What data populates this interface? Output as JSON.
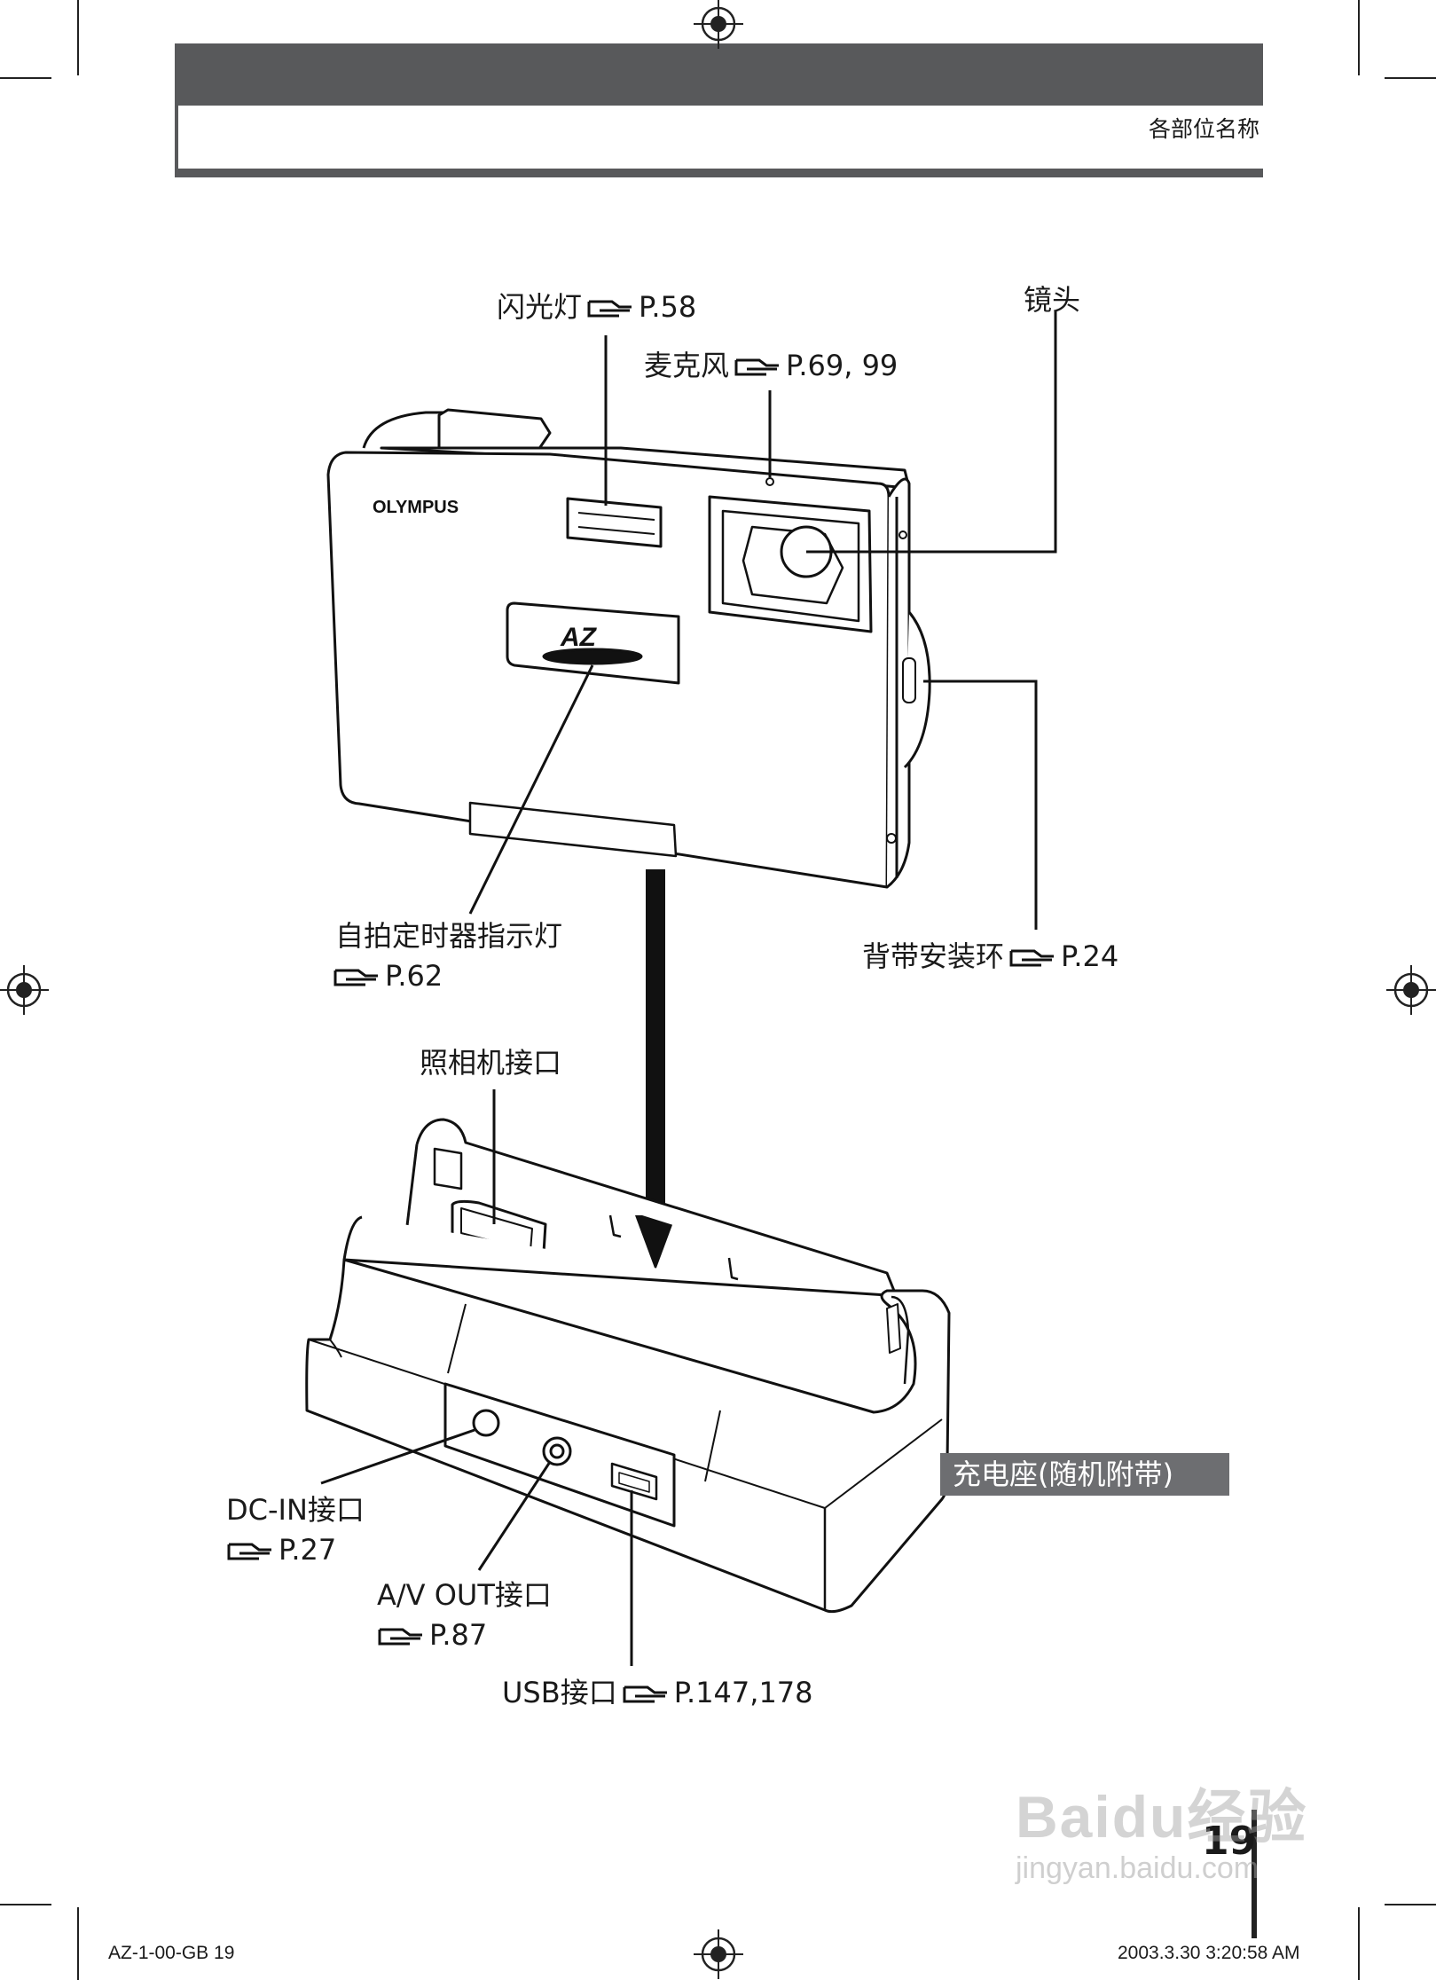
{
  "header": {
    "section_title": "各部位名称"
  },
  "camera_labels": {
    "flash": {
      "name": "闪光灯",
      "page": "P.58"
    },
    "microphone": {
      "name": "麦克风",
      "page": "P.69, 99"
    },
    "lens": {
      "name": "镜头"
    },
    "self_timer_lamp": {
      "name": "自拍定时器指示灯",
      "page": "P.62"
    },
    "strap_eyelet": {
      "name": "背带安装环",
      "page": "P.24"
    }
  },
  "camera_brand": {
    "logo": "OLYMPUS",
    "model_badge": "AZ"
  },
  "dock_labels": {
    "camera_connector": {
      "name": "照相机接口"
    },
    "dc_in": {
      "name": "DC-IN接口",
      "page": "P.27"
    },
    "av_out": {
      "name": "A/V OUT接口",
      "page": "P.87"
    },
    "usb": {
      "name": "USB接口",
      "page": "P.147,178"
    },
    "dock_caption": "充电座(随机附带)"
  },
  "page_number": "19",
  "footer": {
    "left": "AZ-1-00-GB   19",
    "right": "2003.3.30   3:20:58 AM"
  },
  "watermark": {
    "text": "Baidu经验",
    "url": "jingyan.baidu.com"
  },
  "icons": [
    "registration-mark-icon",
    "page-reference-icon"
  ]
}
